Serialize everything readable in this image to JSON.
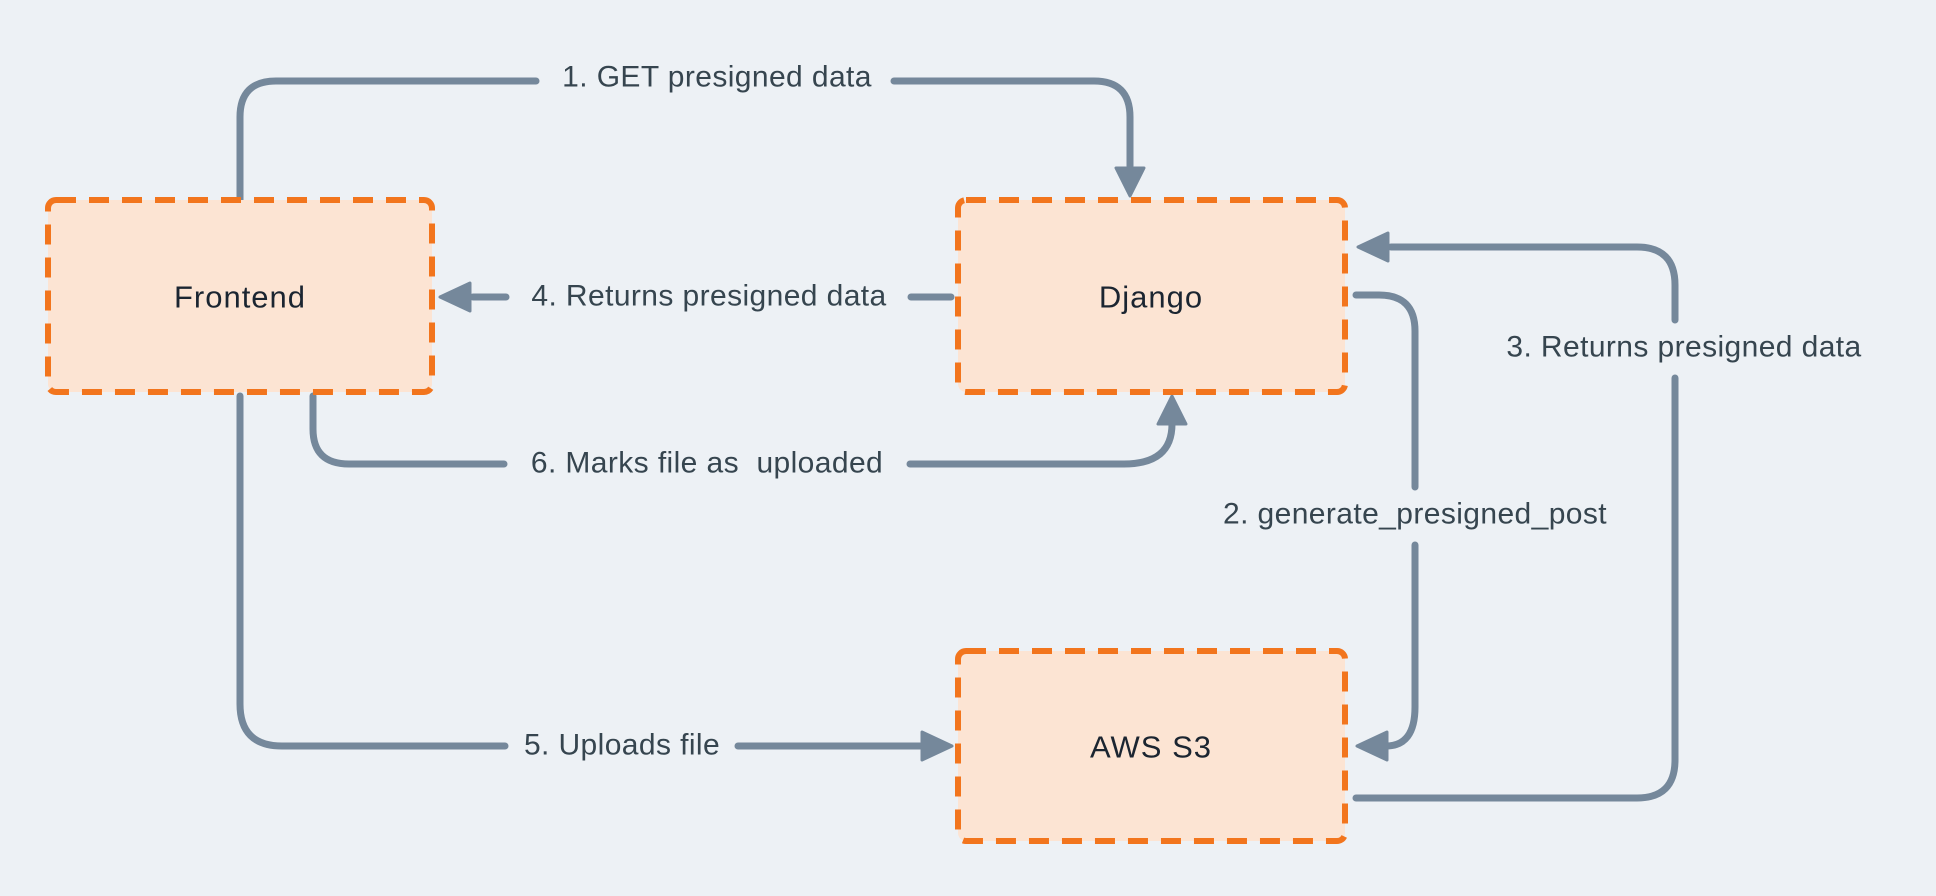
{
  "canvas": {
    "background": "#EDF1F5"
  },
  "colors": {
    "arrow": "#75889B",
    "edge_label_text": "#36454F",
    "node_fill": "#FCE4D3",
    "node_border": "#F2751D",
    "node_text": "#1B2531"
  },
  "nodes": [
    {
      "id": "frontend",
      "label": "Frontend"
    },
    {
      "id": "django",
      "label": "Django"
    },
    {
      "id": "aws-s3",
      "label": "AWS S3"
    }
  ],
  "edges": [
    {
      "id": "1",
      "from": "frontend",
      "to": "django",
      "label": "1. GET presigned data"
    },
    {
      "id": "2",
      "from": "django",
      "to": "aws-s3",
      "label": "2. generate_presigned_post"
    },
    {
      "id": "3",
      "from": "aws-s3",
      "to": "django",
      "label": "3. Returns presigned data"
    },
    {
      "id": "4",
      "from": "django",
      "to": "frontend",
      "label": "4. Returns presigned data"
    },
    {
      "id": "5",
      "from": "frontend",
      "to": "aws-s3",
      "label": "5. Uploads file"
    },
    {
      "id": "6",
      "from": "frontend",
      "to": "django",
      "label": "6. Marks file as  uploaded"
    }
  ]
}
